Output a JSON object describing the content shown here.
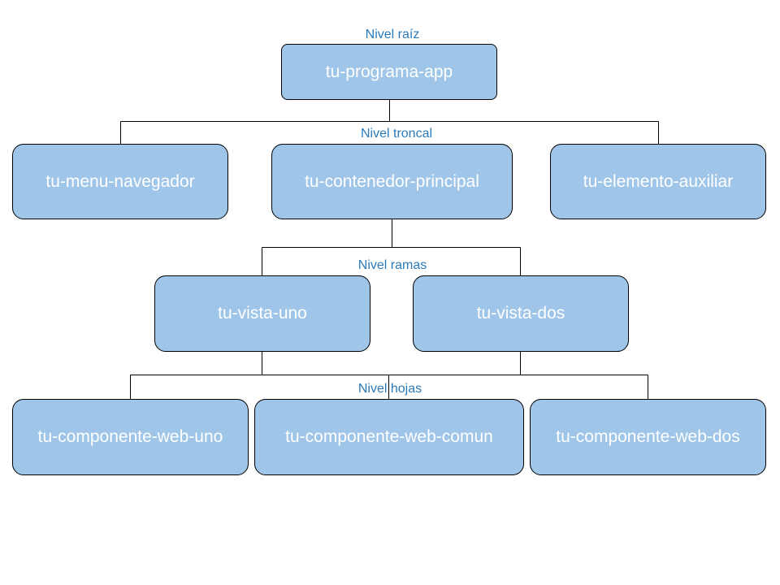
{
  "colors": {
    "node_fill": "#9fc5e8",
    "node_text": "#ffffff",
    "level_label": "#2a7ab9",
    "connector": "#000000"
  },
  "levels": {
    "root": "Nivel raíz",
    "trunk": "Nivel troncal",
    "branches": "Nivel ramas",
    "leaves": "Nivel hojas"
  },
  "nodes": {
    "app": "tu-programa-app",
    "menu": "tu-menu-navegador",
    "container": "tu-contenedor-principal",
    "aux": "tu-elemento-auxiliar",
    "view_one": "tu-vista-uno",
    "view_two": "tu-vista-dos",
    "comp_one": "tu-componente-web-uno",
    "comp_common": "tu-componente-web-comun",
    "comp_two": "tu-componente-web-dos"
  }
}
